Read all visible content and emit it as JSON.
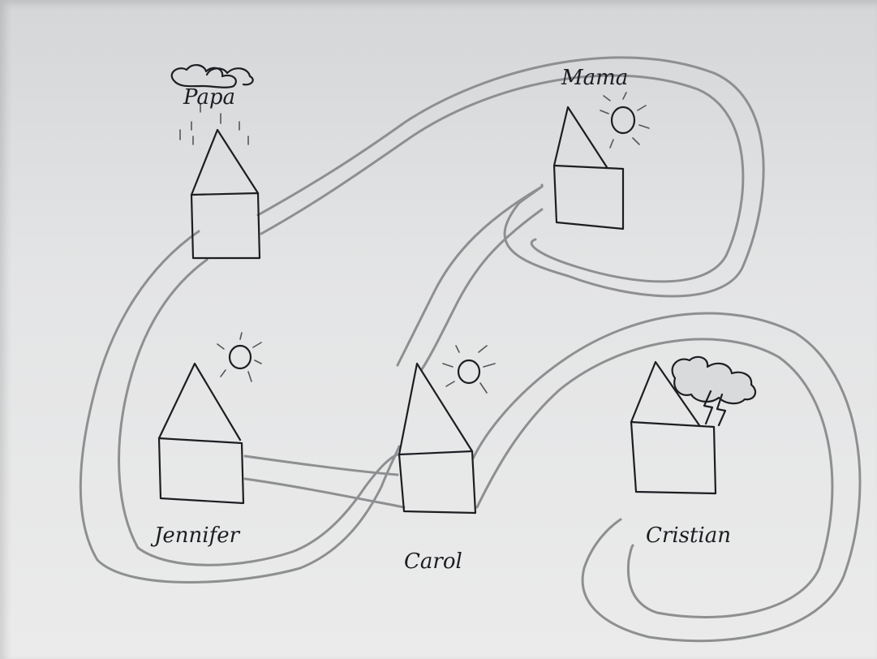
{
  "houses": [
    {
      "id": "papa",
      "label": "Papa",
      "weather": "rain-cloud"
    },
    {
      "id": "mama",
      "label": "Mama",
      "weather": "sun"
    },
    {
      "id": "jennifer",
      "label": "Jennifer",
      "weather": "sun"
    },
    {
      "id": "carol",
      "label": "Carol",
      "weather": "sun"
    },
    {
      "id": "cristian",
      "label": "Cristian",
      "weather": "storm-cloud"
    }
  ],
  "colors": {
    "ink": "#1d1e22",
    "road": "#8e8f91",
    "paper": "#e6e7e8"
  }
}
